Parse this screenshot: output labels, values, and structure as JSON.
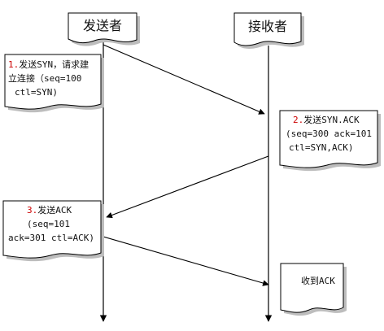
{
  "participants": {
    "sender": "发送者",
    "receiver": "接收者"
  },
  "notes": {
    "step1": {
      "number": "1.",
      "lines": [
        "发送SYN，请求建",
        "立连接（seq=100",
        "ctl=SYN)"
      ]
    },
    "step2": {
      "number": "2.",
      "lines": [
        "发送SYN.ACK",
        "(seq=300 ack=101",
        "ctl=SYN,ACK)"
      ]
    },
    "step3": {
      "number": "3.",
      "lines": [
        "发送ACK",
        "(seq=101",
        "ack=301 ctl=ACK)"
      ]
    },
    "step4": {
      "lines": [
        "收到ACK"
      ]
    }
  },
  "colors": {
    "step_number": "#cc0000",
    "line": "#000000",
    "shadow": "#bdbdbd",
    "box_fill": "#ffffff"
  }
}
